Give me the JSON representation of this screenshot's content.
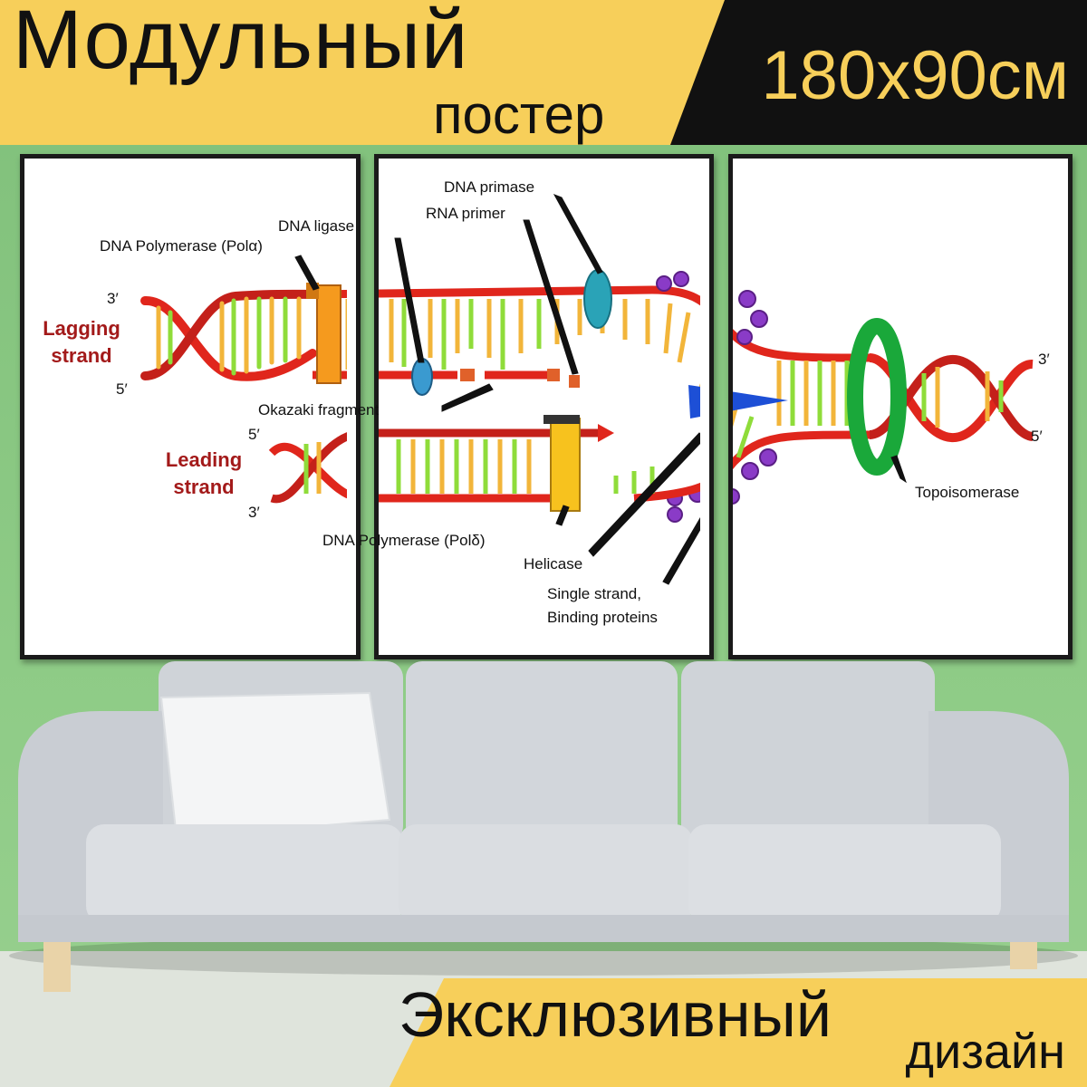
{
  "banner": {
    "title": "Модульный",
    "subtitle": "постер",
    "size": "180x90см",
    "bottom_title": "Эксклюзивный",
    "bottom_subtitle": "дизайн"
  },
  "colors": {
    "banner_yellow": "#f7cf5a",
    "banner_black": "#111111",
    "wall_green": "#8ecb86",
    "strand_red": "#e0261c",
    "base_yellow": "#f2b53a",
    "base_green": "#8fdc3a",
    "label_red": "#a31a1a"
  },
  "diagram": {
    "labels": {
      "dna_polymerase_alpha": "DNA Polymerase (Polα)",
      "dna_ligase": "DNA ligase",
      "dna_primase": "DNA primase",
      "rna_primer": "RNA primer",
      "okazaki": "Okazaki fragment",
      "dna_polymerase_delta": "DNA Polymerase (Polδ)",
      "helicase": "Helicase",
      "ssb_line1": "Single strand,",
      "ssb_line2": "Binding proteins",
      "topoisomerase": "Topoisomerase",
      "lagging_1": "Lagging",
      "lagging_2": "strand",
      "leading_1": "Leading",
      "leading_2": "strand",
      "lag_3": "3′",
      "lag_5": "5′",
      "lead_5": "5′",
      "lead_3": "3′",
      "right_3": "3′",
      "right_5": "5′"
    }
  }
}
